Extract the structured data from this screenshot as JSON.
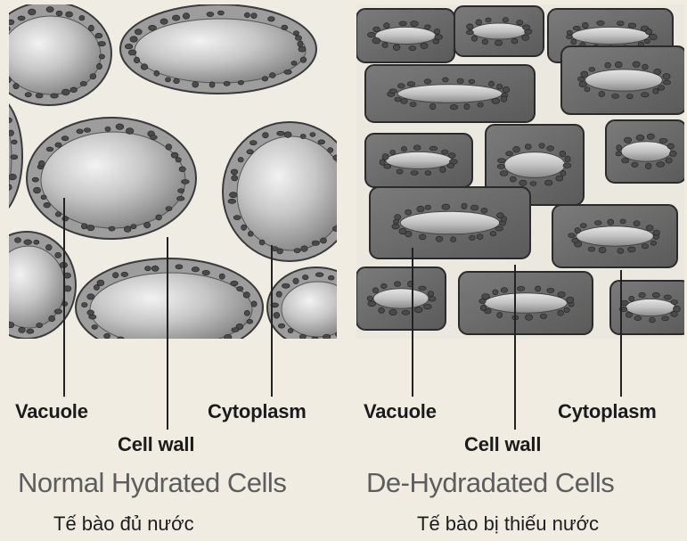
{
  "left_panel": {
    "labels": {
      "vacuole": "Vacuole",
      "cell_wall": "Cell wall",
      "cytoplasm": "Cytoplasm"
    },
    "title": "Normal Hydrated Cells",
    "subtitle": "Tế bào đủ nước"
  },
  "right_panel": {
    "labels": {
      "vacuole": "Vacuole",
      "cell_wall": "Cell wall",
      "cytoplasm": "Cytoplasm"
    },
    "title": "De-Hydradated Cells",
    "subtitle": "Tế bào bị thiếu nước"
  },
  "colors": {
    "cell_wall": "#f4f1ea",
    "cytoplasm": "#9d9d9d",
    "vacuole": "#c2c2c2",
    "chloroplast": "#4a4a4a",
    "leader_line": "#222222"
  }
}
